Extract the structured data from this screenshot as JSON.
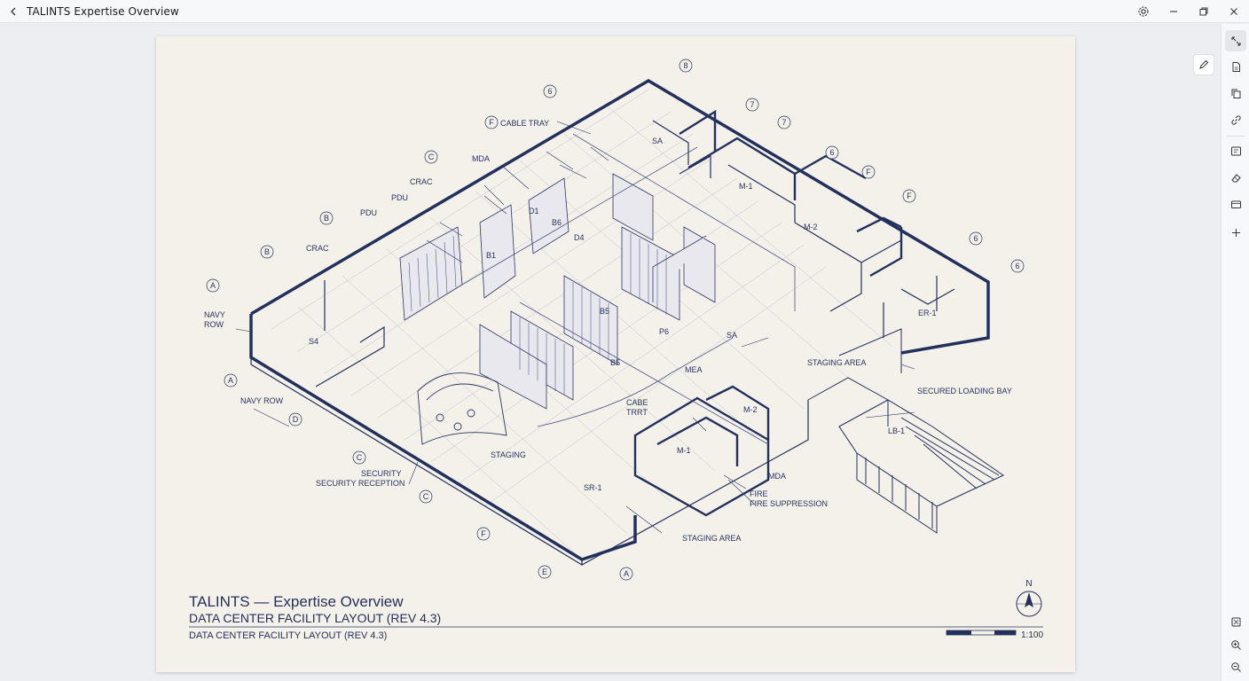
{
  "window": {
    "title": "TALINTS Expertise Overview"
  },
  "icons": {
    "back": "chevron-left-icon",
    "settings": "gear-icon",
    "minimize": "minimize-icon",
    "restore": "restore-icon",
    "close": "close-icon",
    "annotate": "pen-icon",
    "rail": [
      "fit-to-window-icon",
      "document-icon",
      "copy-icon",
      "link-icon",
      "text-extract-icon",
      "eraser-icon",
      "media-icon",
      "plus-icon",
      "fit-page-icon",
      "zoom-in-icon",
      "zoom-out-icon"
    ]
  },
  "drawing": {
    "title": "TALINTS — Expertise Overview",
    "subtitle": "DATA CENTER FACILITY LAYOUT (REV 4.3)",
    "subtitle_small": "DATA CENTER FACILITY LAYOUT (REV 4.3)",
    "north": "N",
    "scale": "1:100",
    "labels": {
      "cable_tray": "CABLE TRAY",
      "mda_top": "MDA",
      "crac_top": "CRAC",
      "pdu_1": "PDU",
      "pdu_2": "PDU",
      "crac_left": "CRAC",
      "navy_row_1a": "NAVY",
      "navy_row_1b": "ROW",
      "navy_row_2": "NAVY ROW",
      "security": "SECURITY",
      "security_reception": "SECURITY RECEPTION",
      "staging_left": "STAGING",
      "staging_area_bottom": "STAGING AREA",
      "fire": "FIRE",
      "fire_suppression": "FIRE SUPPRESSION",
      "mda_bottom": "MDA",
      "mea": "MEA",
      "cable_tray_center_a": "CABE",
      "cable_tray_center_b": "TRRT",
      "staging_area_right": "STAGING AREA",
      "secured_loading_bay": "SECURED LOADING BAY",
      "lb1": "LB-1",
      "er1": "ER-1",
      "m1_top": "M-1",
      "m2_top": "M-2",
      "m1_bottom": "M-1",
      "m2_bottom": "M-2",
      "sa_top": "SA",
      "sa_mid": "SA",
      "sr1": "SR-1",
      "d1": "D1",
      "b6": "B6",
      "d4": "D4",
      "b1": "B1",
      "b5": "B5",
      "s4": "S4",
      "p6": "P6",
      "b5b": "B5"
    },
    "gridlines": {
      "g8": "8",
      "g6a": "6",
      "g7a": "7",
      "g7b": "7",
      "g6b": "6",
      "gFa": "F",
      "gFb": "F",
      "gF_top": "F",
      "gC_top": "C",
      "gB_left1": "B",
      "gB_left2": "B",
      "gA_left": "A",
      "gA_left2": "A",
      "gD": "D",
      "gC_bot1": "C",
      "gC_bot2": "C",
      "gF_bot": "F",
      "gE": "E",
      "gA_bot": "A",
      "g6c": "6",
      "g6d": "6"
    }
  }
}
